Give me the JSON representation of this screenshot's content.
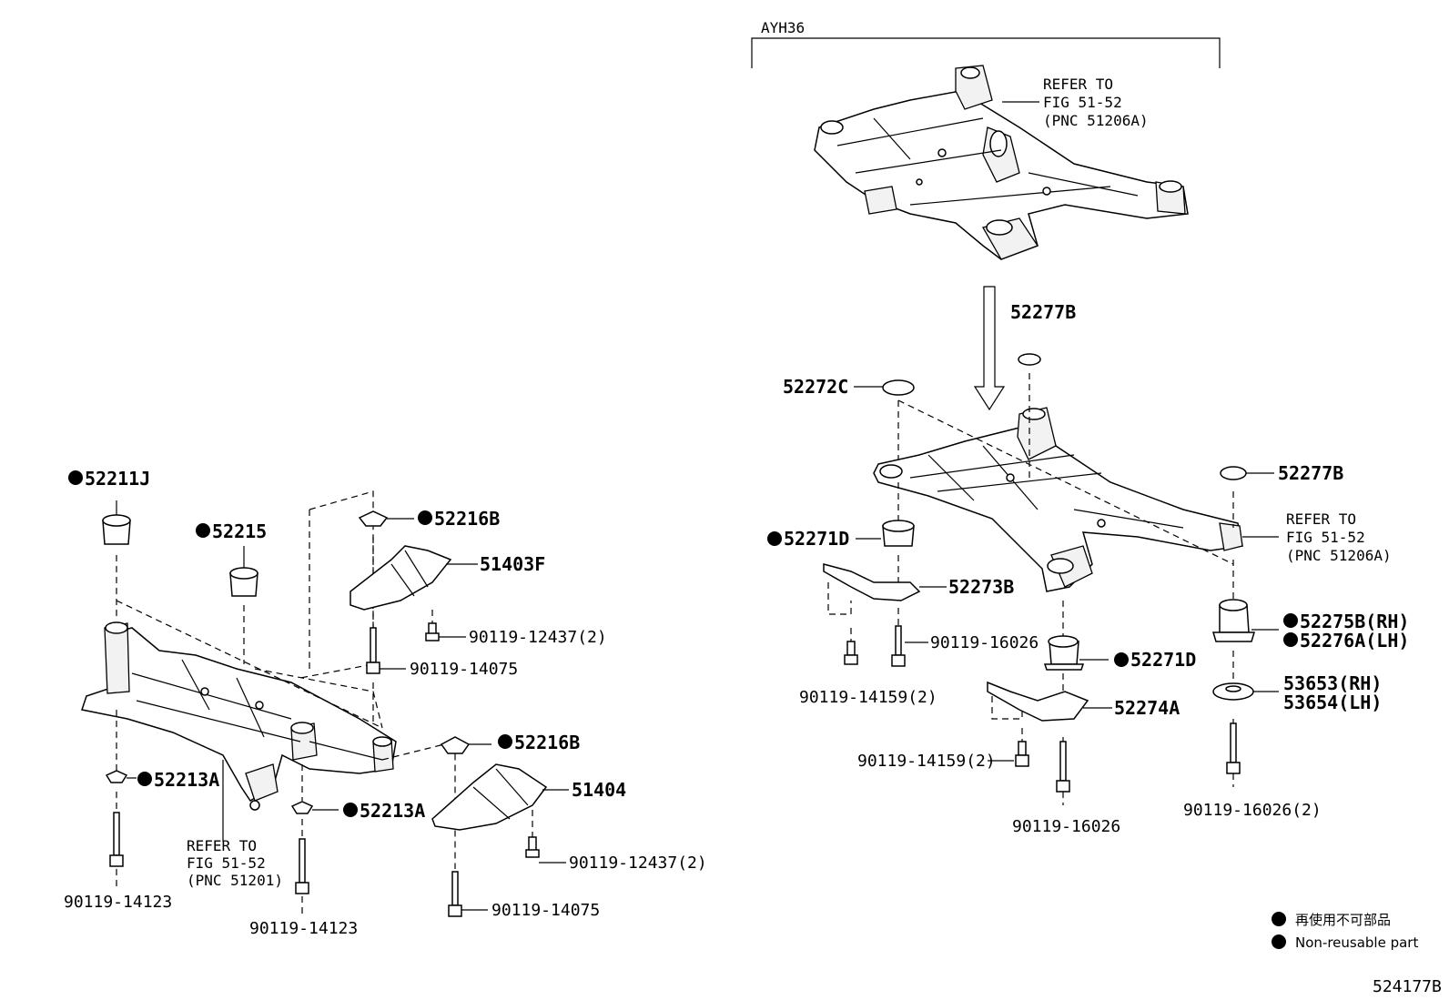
{
  "model_label": "AYH36",
  "reference_top": {
    "line1": "REFER TO",
    "line2": "FIG 51-52",
    "line3": "(PNC 51206A)"
  },
  "reference_right": {
    "line1": "REFER TO",
    "line2": "FIG 51-52",
    "line3": "(PNC 51206A)"
  },
  "reference_left": {
    "line1": "REFER TO",
    "line2": "FIG 51-52",
    "line3": "(PNC 51201)"
  },
  "left_parts": {
    "p52211J": "52211J",
    "p52215": "52215",
    "p52216B_a": "52216B",
    "p51403F": "51403F",
    "p90119_12437_a": "90119-12437(2)",
    "p90119_14075_a": "90119-14075",
    "p52216B_b": "52216B",
    "p51404": "51404",
    "p52213A_a": "52213A",
    "p52213A_b": "52213A",
    "p90119_12437_b": "90119-12437(2)",
    "p90119_14075_b": "90119-14075",
    "p90119_14123_a": "90119-14123",
    "p90119_14123_b": "90119-14123"
  },
  "right_parts": {
    "p52277B_a": "52277B",
    "p52272C": "52272C",
    "p52277B_b": "52277B",
    "p52271D_a": "52271D",
    "p52273B": "52273B",
    "p90119_16026_a": "90119-16026",
    "p90119_14159_a": "90119-14159(2)",
    "p52271D_b": "52271D",
    "p52274A": "52274A",
    "p90119_14159_b": "90119-14159(2)",
    "p90119_16026_b": "90119-16026",
    "p52275B": "52275B(RH)",
    "p52276A": "52276A(LH)",
    "p53653": "53653(RH)",
    "p53654": "53654(LH)",
    "p90119_16026_c": "90119-16026(2)"
  },
  "legend": {
    "line1": "再使用不可部品",
    "line2": "Non-reusable part"
  },
  "figure_code": "524177B"
}
